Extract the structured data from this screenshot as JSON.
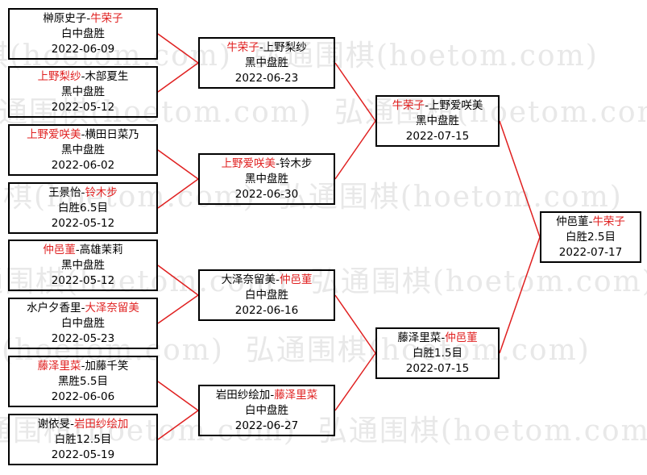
{
  "watermark": "弘通围棋(hoetom.com)",
  "colors": {
    "winner": "#e02020",
    "text": "#000000",
    "line": "#e02020"
  },
  "round1": [
    {
      "p1": "榊原史子",
      "p2": "牛荣子",
      "winner": 2,
      "result": "白中盘胜",
      "date": "2022-06-09"
    },
    {
      "p1": "上野梨纱",
      "p2": "木部夏生",
      "winner": 1,
      "result": "黑中盘胜",
      "date": "2022-05-12"
    },
    {
      "p1": "上野爱咲美",
      "p2": "横田日菜乃",
      "winner": 1,
      "result": "黑中盘胜",
      "date": "2022-06-02"
    },
    {
      "p1": "王景怡",
      "p2": "铃木步",
      "winner": 2,
      "result": "白胜6.5目",
      "date": "2022-05-12"
    },
    {
      "p1": "仲邑菫",
      "p2": "高雄茉莉",
      "winner": 1,
      "result": "黑中盘胜",
      "date": "2022-05-12"
    },
    {
      "p1": "水户夕香里",
      "p2": "大泽奈留美",
      "winner": 2,
      "result": "白中盘胜",
      "date": "2022-05-23"
    },
    {
      "p1": "藤泽里菜",
      "p2": "加藤千笑",
      "winner": 1,
      "result": "黑胜5.5目",
      "date": "2022-06-06"
    },
    {
      "p1": "谢依旻",
      "p2": "岩田纱绘加",
      "winner": 2,
      "result": "白胜12.5目",
      "date": "2022-05-19"
    }
  ],
  "round2": [
    {
      "p1": "牛荣子",
      "p2": "上野梨纱",
      "winner": 1,
      "result": "黑中盘胜",
      "date": "2022-06-23"
    },
    {
      "p1": "上野爱咲美",
      "p2": "铃木步",
      "winner": 1,
      "result": "黑中盘胜",
      "date": "2022-06-30"
    },
    {
      "p1": "大泽奈留美",
      "p2": "仲邑菫",
      "winner": 2,
      "result": "白中盘胜",
      "date": "2022-06-16"
    },
    {
      "p1": "岩田纱绘加",
      "p2": "藤泽里菜",
      "winner": 2,
      "result": "白中盘胜",
      "date": "2022-06-27"
    }
  ],
  "semifinal": [
    {
      "p1": "牛荣子",
      "p2": "上野爱咲美",
      "winner": 1,
      "result": "黑中盘胜",
      "date": "2022-07-15"
    },
    {
      "p1": "藤泽里菜",
      "p2": "仲邑菫",
      "winner": 2,
      "result": "白胜1.5目",
      "date": "2022-07-15"
    }
  ],
  "final": [
    {
      "p1": "仲邑菫",
      "p2": "牛荣子",
      "winner": 2,
      "result": "白胜2.5目",
      "date": "2022-07-17"
    }
  ]
}
